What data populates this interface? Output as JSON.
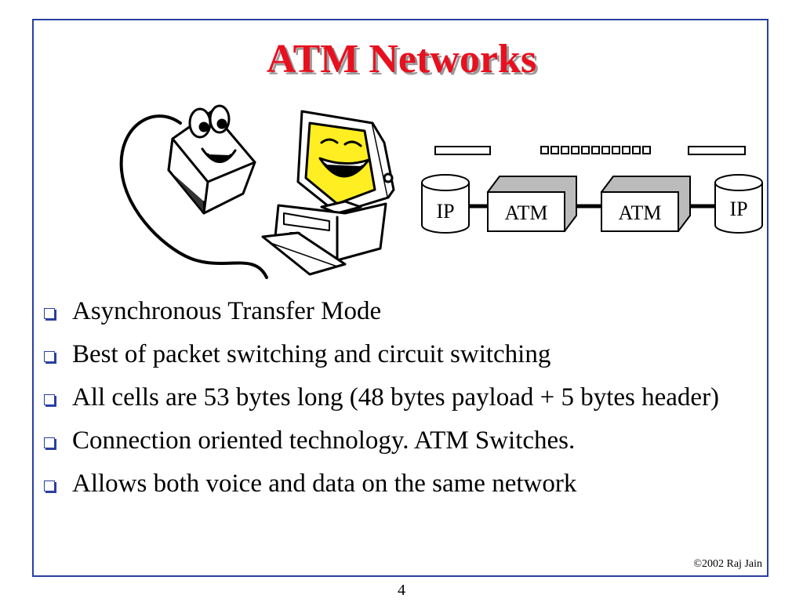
{
  "slide": {
    "title": "ATM Networks",
    "bullets": [
      "Asynchronous Transfer Mode",
      "Best of packet switching and circuit switching",
      "All cells are 53 bytes long (48 bytes payload + 5 bytes header)",
      "Connection oriented technology.  ATM Switches.",
      "Allows both voice and data on the same network"
    ],
    "copyright": "©2002 Raj Jain",
    "page_number": "4"
  },
  "diagram": {
    "node_left": "IP",
    "switch_1": "ATM",
    "switch_2": "ATM",
    "node_right": "IP"
  },
  "colors": {
    "title": "#e8101f",
    "frame": "#2a3fa0",
    "face_yellow": "#ffee22"
  },
  "icons": [
    "mouse-character-icon",
    "computer-character-icon",
    "checkbox-bullet-icon"
  ]
}
